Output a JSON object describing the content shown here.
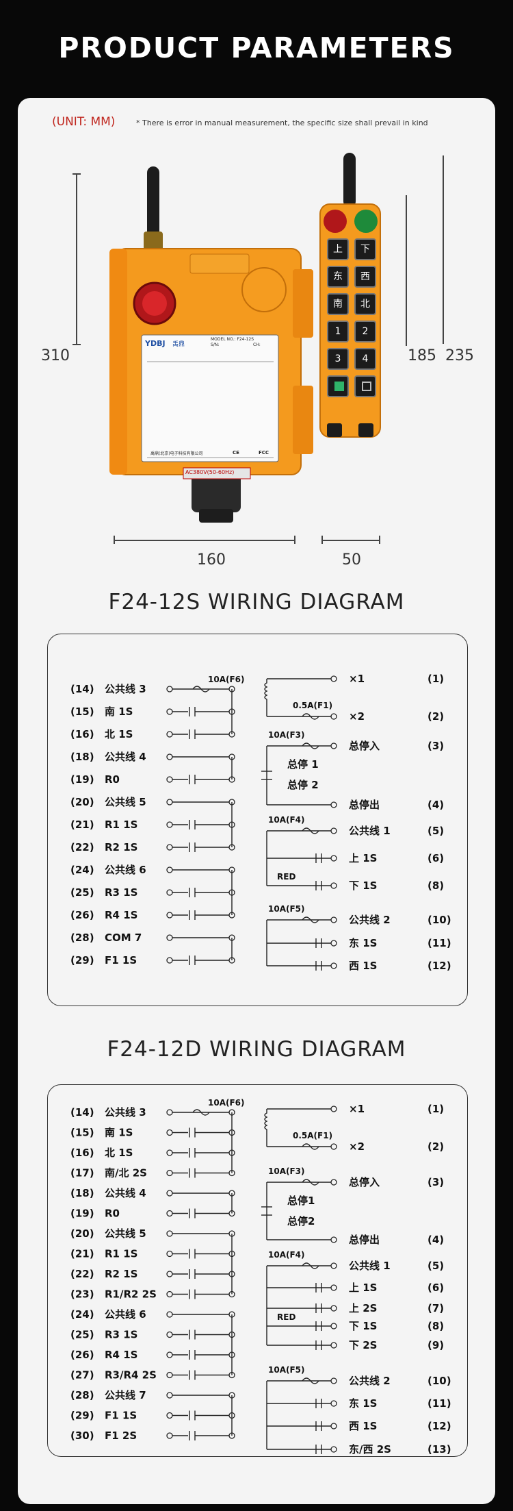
{
  "title": "PRODUCT PARAMETERS",
  "unit": "(UNIT: MM)",
  "note": "* There is error in manual measurement, the specific size shall prevail in kind",
  "dims": {
    "h1": "310",
    "h2": "185",
    "h3": "235",
    "w1": "160",
    "w2": "50"
  },
  "remote": {
    "brand": "YDBJ",
    "brand_cn": "禹鼎",
    "model": "MODEL NO.: F24-12S",
    "sn": "S/N:",
    "ch": "CH:",
    "maker": "禹鼎(北京)电子科技有限公司",
    "ce": "CE",
    "fcc": "FCC",
    "voltage": "AC380V(50-60Hz)",
    "buttons": [
      "上",
      "下",
      "东",
      "西",
      "南",
      "北",
      "1",
      "2",
      "3",
      "4",
      "",
      ""
    ]
  },
  "diagram1": {
    "title": "F24-12S WIRING DIAGRAM",
    "left": [
      {
        "num": "(14)",
        "name": "公共线 3"
      },
      {
        "num": "(15)",
        "name": "南 1S"
      },
      {
        "num": "(16)",
        "name": "北 1S"
      },
      {
        "num": "(18)",
        "name": "公共线 4"
      },
      {
        "num": "(19)",
        "name": "R0"
      },
      {
        "num": "(20)",
        "name": "公共线 5"
      },
      {
        "num": "(21)",
        "name": "R1 1S"
      },
      {
        "num": "(22)",
        "name": "R2 1S"
      },
      {
        "num": "(24)",
        "name": "公共线 6"
      },
      {
        "num": "(25)",
        "name": "R3 1S"
      },
      {
        "num": "(26)",
        "name": "R4 1S"
      },
      {
        "num": "(28)",
        "name": "COM 7"
      },
      {
        "num": "(29)",
        "name": "F1 1S"
      }
    ],
    "right": [
      {
        "name": "×1",
        "num": "(1)"
      },
      {
        "name": "×2",
        "num": "(2)"
      },
      {
        "name": "总停入",
        "num": "(3)"
      },
      {
        "name": "总停出",
        "num": "(4)"
      },
      {
        "name": "公共线 1",
        "num": "(5)"
      },
      {
        "name": "上 1S",
        "num": "(6)"
      },
      {
        "name": "下 1S",
        "num": "(8)"
      },
      {
        "name": "公共线 2",
        "num": "(10)"
      },
      {
        "name": "东 1S",
        "num": "(11)"
      },
      {
        "name": "西 1S",
        "num": "(12)"
      }
    ],
    "stop1": "总停 1",
    "stop2": "总停 2",
    "fuses": {
      "f6": "10A(F6)",
      "f1": "0.5A(F1)",
      "f3": "10A(F3)",
      "f4": "10A(F4)",
      "f5": "10A(F5)",
      "red": "RED"
    }
  },
  "diagram2": {
    "title": "F24-12D WIRING DIAGRAM",
    "left": [
      {
        "num": "(14)",
        "name": "公共线 3"
      },
      {
        "num": "(15)",
        "name": "南 1S"
      },
      {
        "num": "(16)",
        "name": "北 1S"
      },
      {
        "num": "(17)",
        "name": "南/北 2S"
      },
      {
        "num": "(18)",
        "name": "公共线 4"
      },
      {
        "num": "(19)",
        "name": "R0"
      },
      {
        "num": "(20)",
        "name": "公共线 5"
      },
      {
        "num": "(21)",
        "name": "R1 1S"
      },
      {
        "num": "(22)",
        "name": "R2 1S"
      },
      {
        "num": "(23)",
        "name": "R1/R2 2S"
      },
      {
        "num": "(24)",
        "name": "公共线 6"
      },
      {
        "num": "(25)",
        "name": "R3 1S"
      },
      {
        "num": "(26)",
        "name": "R4 1S"
      },
      {
        "num": "(27)",
        "name": "R3/R4 2S"
      },
      {
        "num": "(28)",
        "name": "公共线 7"
      },
      {
        "num": "(29)",
        "name": "F1 1S"
      },
      {
        "num": "(30)",
        "name": "F1 2S"
      }
    ],
    "right": [
      {
        "name": "×1",
        "num": "(1)"
      },
      {
        "name": "×2",
        "num": "(2)"
      },
      {
        "name": "总停入",
        "num": "(3)"
      },
      {
        "name": "总停出",
        "num": "(4)"
      },
      {
        "name": "公共线 1",
        "num": "(5)"
      },
      {
        "name": "上 1S",
        "num": "(6)"
      },
      {
        "name": "上 2S",
        "num": "(7)"
      },
      {
        "name": "下 1S",
        "num": "(8)"
      },
      {
        "name": "下 2S",
        "num": "(9)"
      },
      {
        "name": "公共线 2",
        "num": "(10)"
      },
      {
        "name": "东 1S",
        "num": "(11)"
      },
      {
        "name": "西 1S",
        "num": "(12)"
      },
      {
        "name": "东/西 2S",
        "num": "(13)"
      }
    ],
    "stop1": "总停1",
    "stop2": "总停2",
    "fuses": {
      "f6": "10A(F6)",
      "f1": "0.5A(F1)",
      "f3": "10A(F3)",
      "f4": "10A(F4)",
      "f5": "10A(F5)",
      "red": "RED"
    }
  }
}
